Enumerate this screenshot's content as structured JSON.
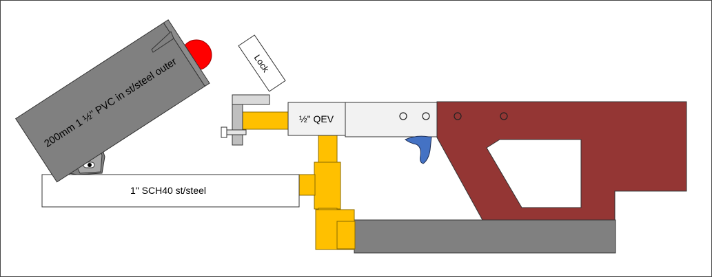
{
  "labels": {
    "chamber": "200mm 1 ½\" PVC in st/steel outer",
    "barrel": "1\" SCH40 st/steel",
    "valve": "½\" QEV",
    "lock": "Lock"
  },
  "colors": {
    "frame_border": "#444444",
    "gray_body": "#808080",
    "pipe_yellow": "#ffc000",
    "stock_red": "#943634",
    "trigger_blue": "#4472c4",
    "cap_red": "#ff0000",
    "white_part": "#ffffff",
    "receiver_light": "#f2f2f2"
  }
}
